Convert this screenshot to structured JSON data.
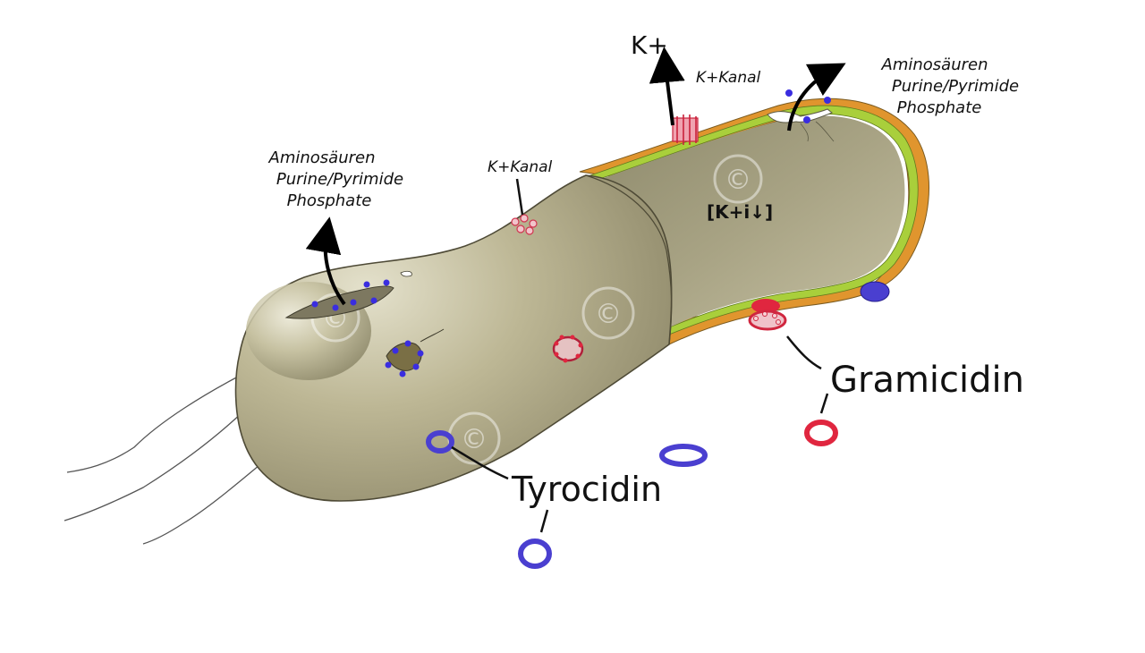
{
  "labels": {
    "left_leak": [
      "Aminosäuren",
      "Purine/Pyrimide",
      "Phosphate"
    ],
    "right_leak": [
      "Aminosäuren",
      "Purine/Pyrimide",
      "Phosphate"
    ],
    "k_plus": "K+",
    "k_channel_top": "K+Kanal",
    "k_channel_mid": "K+Kanal",
    "k_concentration": "[K+i↓]",
    "gramicidin": "Gramicidin",
    "tyrocidin": "Tyrocidin"
  },
  "colors": {
    "cell_body": "#b3ad8c",
    "cell_interior": "#9a9476",
    "outer_wall": "#e0952e",
    "inner_membrane": "#a9cf3b",
    "tyrocidin": "#4a3fd0",
    "gramicidin": "#e0263f",
    "k_channel": "#e0556d",
    "watermark": "#ffffff"
  },
  "watermark": "©"
}
